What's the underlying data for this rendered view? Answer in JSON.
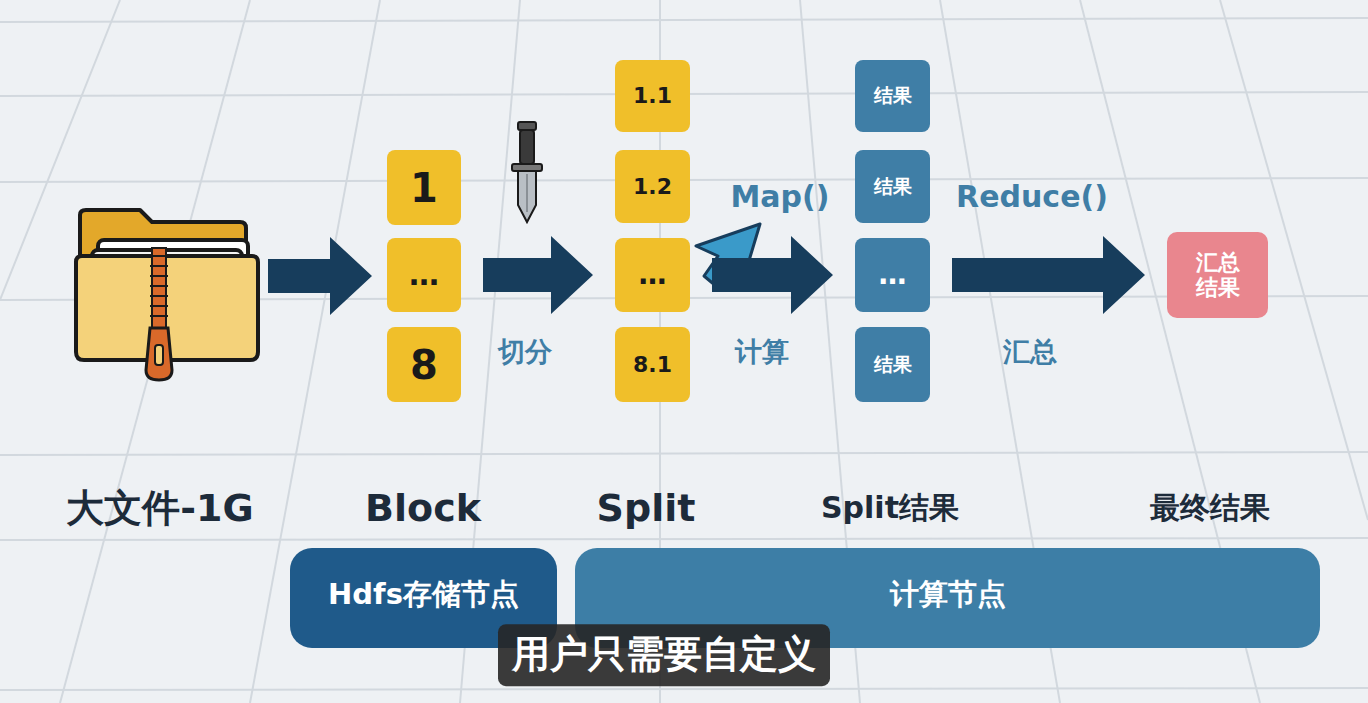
{
  "diagram": {
    "caption": "用户只需要自定义",
    "nodes": [
      {
        "text": [
          "1"
        ]
      },
      {
        "text": [
          "…"
        ]
      },
      {
        "text": [
          "8"
        ]
      },
      {
        "text": [
          "1.1"
        ]
      },
      {
        "text": [
          "1.2"
        ]
      },
      {
        "text": [
          "…"
        ]
      },
      {
        "text": [
          "8.1"
        ]
      },
      {
        "text": [
          "结果"
        ]
      },
      {
        "text": [
          "结果"
        ]
      },
      {
        "text": [
          "…"
        ]
      },
      {
        "text": [
          "结果"
        ]
      },
      {
        "text": [
          "汇总 结果"
        ]
      },
      {
        "text": [
          "Hdfs存储节点"
        ]
      },
      {
        "text": [
          "计算节点"
        ]
      }
    ],
    "edges": [
      {
        "from": 1,
        "to": 5,
        "arrow": "to"
      },
      {
        "from": 5,
        "to": 9,
        "arrow": "to"
      },
      {
        "from": 9,
        "to": 11,
        "arrow": "to"
      }
    ],
    "labels": [
      "大文件-1G",
      "Block",
      "Split",
      "Split结果",
      "最终结果",
      "切分",
      "计算",
      "汇总",
      "Map()",
      "Reduce()"
    ]
  }
}
